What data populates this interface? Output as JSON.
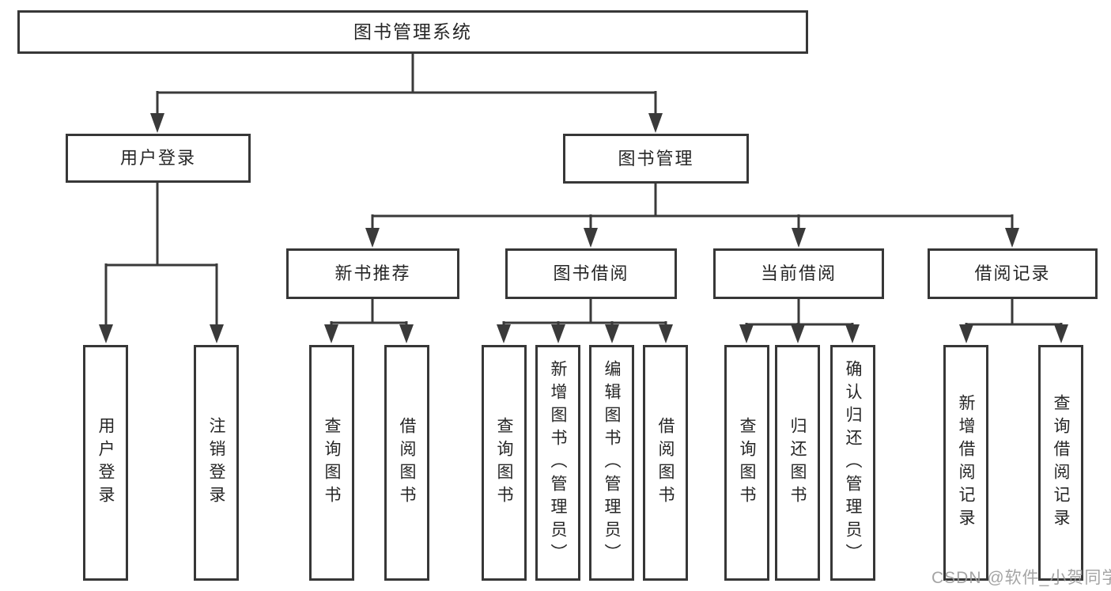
{
  "diagram": {
    "root": {
      "label": "图书管理系统"
    },
    "branches": {
      "user_login": {
        "label": "用户登录",
        "children": [
          {
            "label": "用户登录"
          },
          {
            "label": "注销登录"
          }
        ]
      },
      "book_management": {
        "label": "图书管理",
        "sections": [
          {
            "label": "新书推荐",
            "children": [
              {
                "label": "查询图书"
              },
              {
                "label": "借阅图书"
              }
            ]
          },
          {
            "label": "图书借阅",
            "children": [
              {
                "label": "查询图书"
              },
              {
                "label": "新增图书（管理员）"
              },
              {
                "label": "编辑图书（管理员）"
              },
              {
                "label": "借阅图书"
              }
            ]
          },
          {
            "label": "当前借阅",
            "children": [
              {
                "label": "查询图书"
              },
              {
                "label": "归还图书"
              },
              {
                "label": "确认归还（管理员）"
              }
            ]
          },
          {
            "label": "借阅记录",
            "children": [
              {
                "label": "新增借阅记录"
              },
              {
                "label": "查询借阅记录"
              }
            ]
          }
        ]
      }
    }
  },
  "watermark": {
    "text": "CSDN @软件_小贺同学"
  },
  "colors": {
    "line": "#3a3a3a",
    "box_border": "#373737",
    "text": "#262626",
    "background": "#ffffff",
    "watermark": "#9b9b9b"
  }
}
